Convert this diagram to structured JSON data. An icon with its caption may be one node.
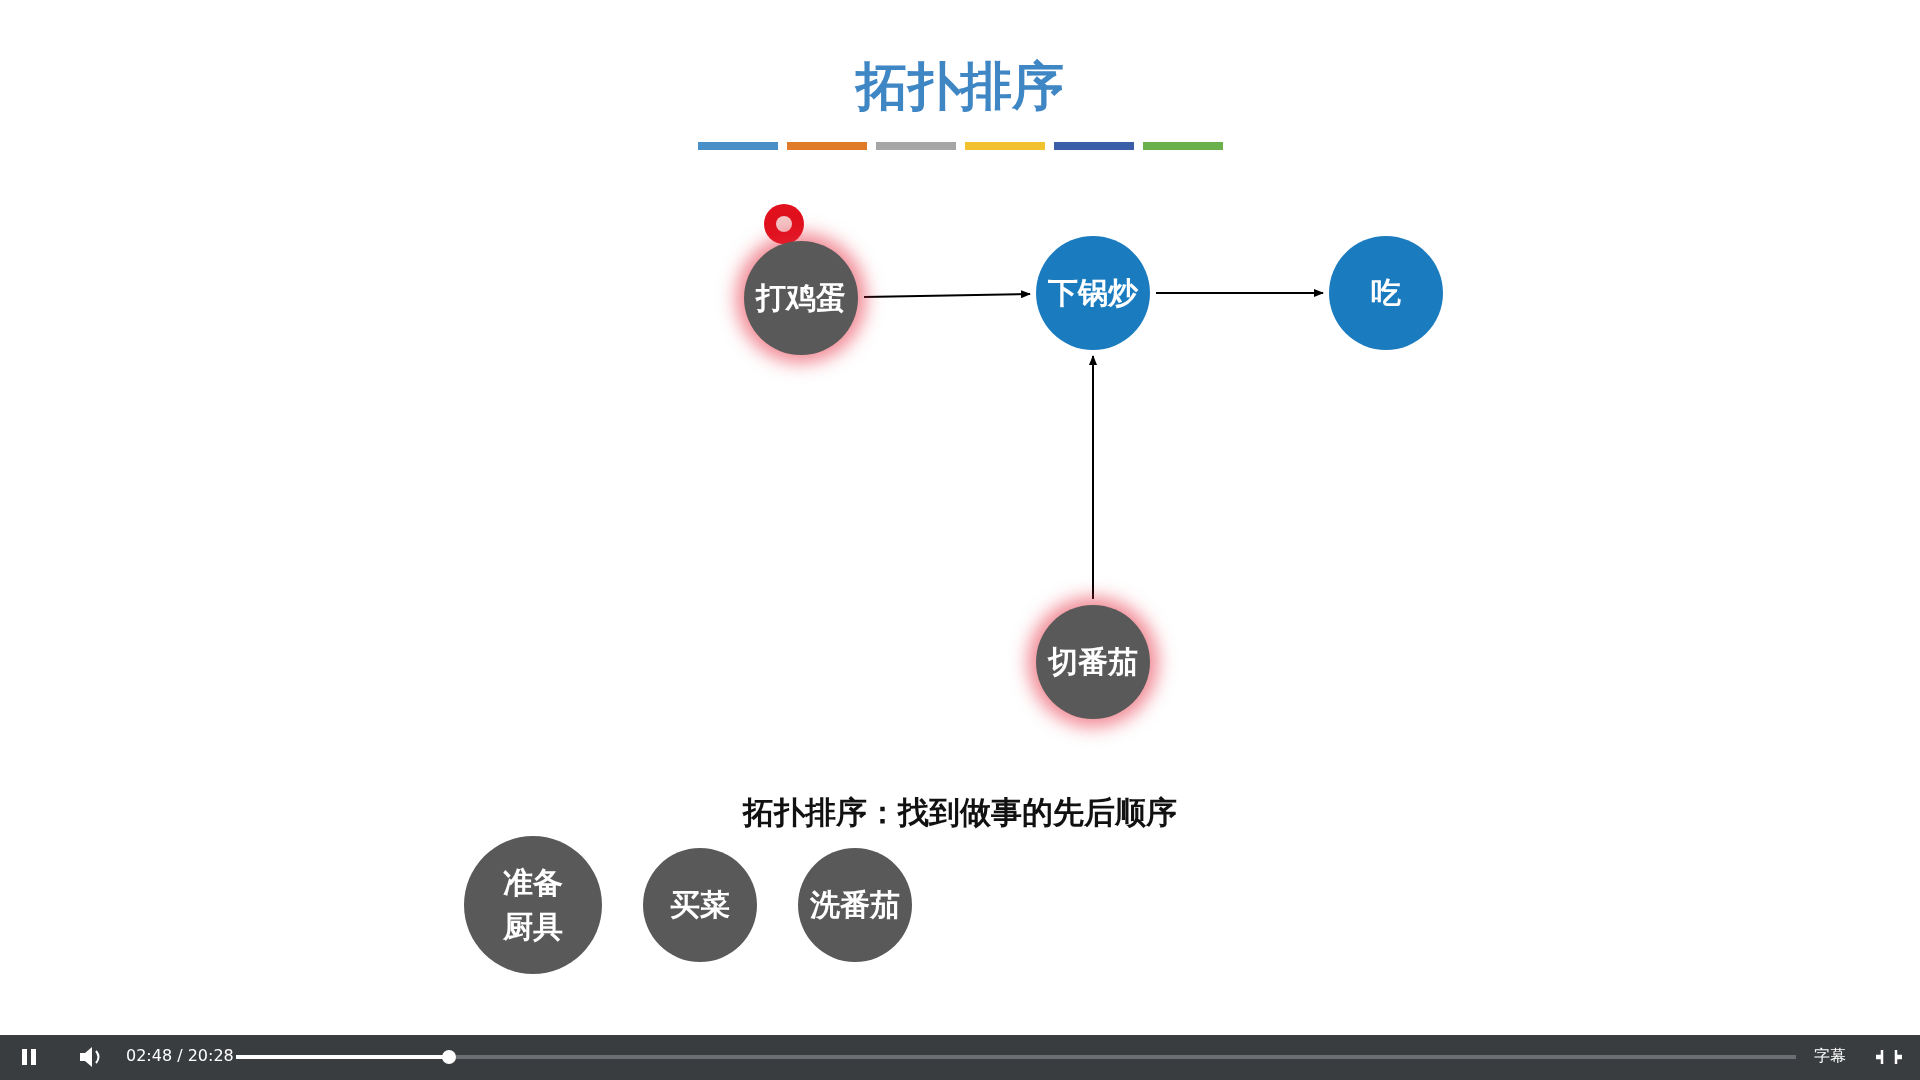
{
  "diagram": {
    "title": "拓扑排序",
    "nodes": [
      {
        "text": [
          "打鸡蛋"
        ]
      },
      {
        "text": [
          "下锅炒"
        ]
      },
      {
        "text": [
          "吃"
        ]
      },
      {
        "text": [
          "切番茄"
        ]
      },
      {
        "text": [
          "准备厨具"
        ]
      },
      {
        "text": [
          "买菜"
        ]
      },
      {
        "text": [
          "洗番茄"
        ]
      }
    ],
    "edges": [
      {
        "from": 0,
        "to": 1,
        "arrow": "to"
      },
      {
        "from": 1,
        "to": 2,
        "arrow": "to"
      },
      {
        "from": 3,
        "to": 1,
        "arrow": "to"
      }
    ],
    "labels": [
      "拓扑排序：找到做事的先后顺序",
      "02:48 / 20:28",
      "字幕"
    ]
  }
}
